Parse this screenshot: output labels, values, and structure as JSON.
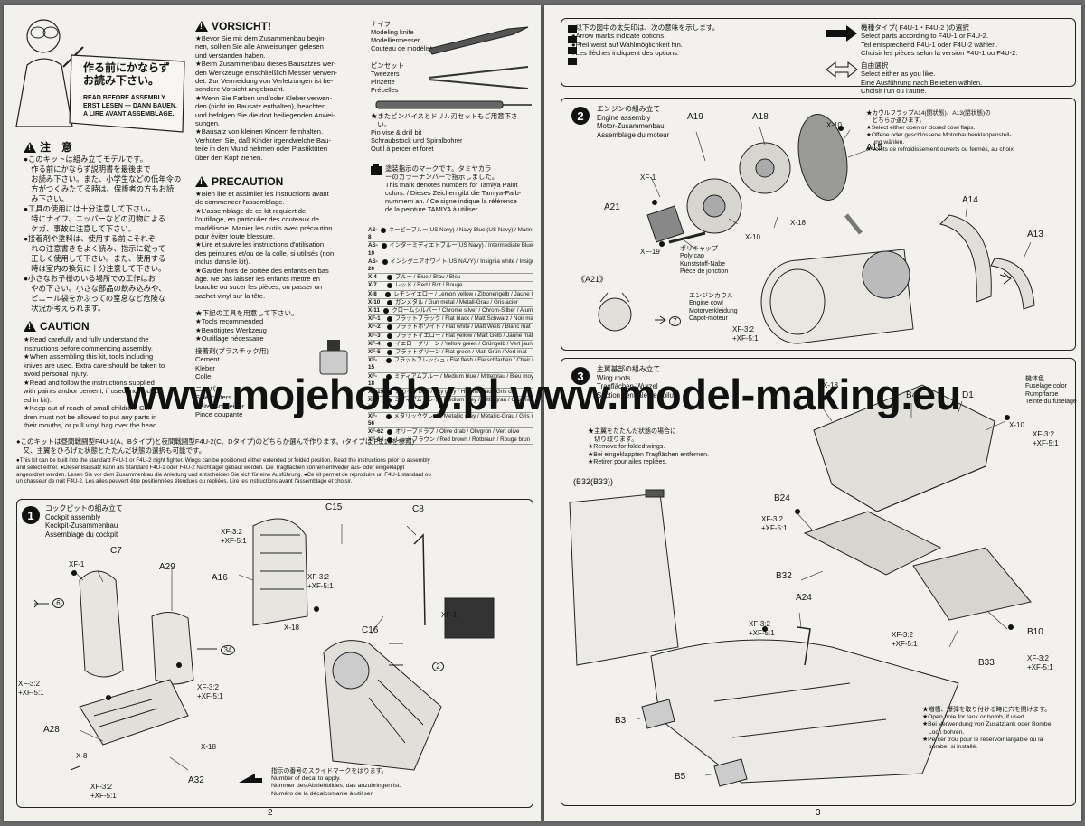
{
  "watermark": "www.mojehobby.pl www.model-making.eu",
  "left": {
    "read_before": {
      "jp": "作る前にかならず\nお読み下さい。",
      "en": "READ BEFORE ASSEMBLY.\nERST LESEN — DANN BAUEN.\nA LIRE AVANT ASSEMBLAGE."
    },
    "caution_jp_title": "注　意",
    "caution_jp_text": "●このキットは組み立てモデルです。\n　作る前にかならず説明書を最後まで\n　お読み下さい。また、小学生などの低年令の\n　方がつくみたてる時は、保護者の方もお読\n　み下さい。\n●工具の使用には十分注意して下さい。\n　特にナイフ、ニッパーなどの刃物による\n　ケガ、事故に注意して下さい。\n●接着剤や塗料は、使用する前にそれぞ\n　れの注意書きをよく読み、指示に従って\n　正しく使用して下さい。また、使用する\n　時は室内の換気に十分注意して下さい。\n●小さなお子様のいる場所での工作はお\n　やめ下さい。小さな部品の飲み込みや、\n　ビニール袋をかぶっての窒息など危険な\n　状況が考えられます。",
    "caution_title": "CAUTION",
    "caution_text": "★Read carefully and fully understand the\ninstructions before commencing assembly.\n★When assembling this kit, tools including\nknives are used. Extra care should be taken to\navoid personal injury.\n★Read and follow the instructions supplied\nwith paints and/or cement, if used (not includ-\ned in kit).\n★Keep out of reach of small children. Chil-\ndren must not be allowed to put any parts in\ntheir mouths, or pull vinyl bag over the head.",
    "vorsicht_title": "VORSICHT!",
    "vorsicht_text": "★Bevor Sie mit dem Zusammenbau begin-\nnen, sollten Sie alle Anweisungen gelesen\nund verstanden haben.\n★Beim Zusammenbau dieses Bausatzes wer-\nden Werkzeuge einschließlich Messer verwen-\ndet. Zur Vermeidung von Verletzungen ist be-\nsondere Vorsicht angebracht.\n★Wenn Sie Farben und/oder Kleber verwen-\nden (nicht im Bausatz enthalten), beachten\nund befolgen Sie die dort beiliegenden Anwei-\nsungen.\n★Bausatz von kleinen Kindern fernhalten.\nVerhüten Sie, daß Kinder irgendwelche Bau-\nteile in den Mund nehmen oder Plastiktüten\nüber den Kopf ziehen.",
    "precaution_title": "PRECAUTION",
    "precaution_text": "★Bien lire et assimiler les instructions avant\nde commencer l'assemblage.\n★L'assemblage de ce kit requiert de\nl'outillage, en particulier des couteaux de\nmodélisme. Manier les outils avec précaution\npour éviter toute blessure.\n★Lire et suivre les instructions d'utilisation\ndes peintures et/ou de la colle, si utilisés (non\ninclus dans le kit).\n★Garder hors de portée des enfants en bas\nâge. Ne pas laisser les enfants mettre en\nbouche ou sucer les pièces, ou passer un\nsachet vinyl sur la tête.",
    "tools_text": "★下記の工具を用意して下さい。\n★Tools recommended\n★Benötigtes Werkzeug\n★Outillage nécessaire",
    "cement_text": "接着剤(プラスチック用)\nCement\nKleber\nColle",
    "side_cutters_text": "ニッパー\nSide cutters\nSeitenschneider\nPince coupante",
    "knife_text": "ナイフ\nModeling knife\nModelliermesser\nCouteau de modéliste",
    "tweezers_text": "ピンセット\nTweezers\nPinzette\nPrécelles",
    "pinvise_text": "★またピンバイスとドリル刃セットもご用意下さ\n　い。\nPin vise & drill bit\nSchraubstock und Spiralbohrer\nOutil à percer et foret",
    "paint_intro": "塗装指示のマークです。タミヤカラ\nーのカラーナンバーで指示しました。\nThis mark denotes numbers for Tamiya Paint\ncolors. / Dieses Zeichen gibt die Tamiya-Farb-\nnummern an. / Ce signe indique la référence\nde la peinture TAMIYA à utiliser.",
    "paints": [
      {
        "code": "AS-8",
        "name": "ネービーブルー(US Navy) / Navy Blue (US Navy) / Marineblau (US Navy) / Navy Blue (US Navy)"
      },
      {
        "code": "AS-19",
        "name": "インターミディエトブルー(US Navy) / Intermediate Blue / Mittelblau / Bleu intermédiaire"
      },
      {
        "code": "AS-20",
        "name": "インシグニアホワイト(US NAVY) / Insignia white / Insignienweiß / Blanc Insignia"
      },
      {
        "code": "X-4",
        "name": "ブルー / Blue / Blau / Bleu"
      },
      {
        "code": "X-7",
        "name": "レッド / Red / Rot / Rouge"
      },
      {
        "code": "X-8",
        "name": "レモンイエロー / Lemon yellow / Zitronengelb / Jaune Citron"
      },
      {
        "code": "X-10",
        "name": "ガンメタル / Gun metal / Metall-Grau / Gris acier"
      },
      {
        "code": "X-11",
        "name": "クロームシルバー / Chrome silver / Chrom-Silber / Aluminium chromé"
      },
      {
        "code": "XF-1",
        "name": "フラットブラック / Flat black / Matt Schwarz / Noir mat"
      },
      {
        "code": "XF-2",
        "name": "フラットホワイト / Flat white / Matt Weiß / Blanc mat"
      },
      {
        "code": "XF-3",
        "name": "フラットイエロー / Flat yellow / Matt Gelb / Jaune mat"
      },
      {
        "code": "XF-4",
        "name": "イエローグリーン / Yellow green / Grüngelb / Vert jaune"
      },
      {
        "code": "XF-5",
        "name": "フラットグリーン / Flat green / Matt Grün / Vert mat"
      },
      {
        "code": "XF-15",
        "name": "フラットフレッシュ / Flat flesh / Fleischfarben / Chair mate"
      },
      {
        "code": "XF-18",
        "name": "ミディアムブルー / Medium blue / Mittelblau / Bleu moyen"
      },
      {
        "code": "XF-19",
        "name": "スカイグレイ / Sky grey / Himmelgrau / Gris ciel"
      },
      {
        "code": "XF-20",
        "name": "ミディアムグレイ / Medium grey / Mittelgrau / Gris moyen"
      },
      {
        "code": "XF-56",
        "name": "メタリックグレイ / Metallic grey / Metallic-Grau / Gris métal"
      },
      {
        "code": "XF-62",
        "name": "オリーブドラブ / Olive drab / Olivgrün / Vert olive"
      },
      {
        "code": "XF-64",
        "name": "レッドブラウン / Red brown / Rotbraun / Rouge brun"
      }
    ],
    "version_jp": "●このキットは昼間戦闘型F4U-1(A、Bタイプ)と夜間戦闘型F4U-2(C、Dタイプ)のどちらか選んで作ります。(タイプは P9,10を参照)\n　又、主翼をひろげた状態とたたんだ状態の選択も可能です。",
    "version_en": "●This kit can be built into the standard F4U-1 or F4U-2 night fighter. Wings can be positioned either extended or folded position. Read the instructions prior to assembly\nand select either. ●Dieser Bausatz kann als Standard F4U-1 oder F4U-2 Nachtjäger gebaut werden. Die Tragflächen können entweder aus- oder eingeklappt\nangeordnet werden. Lesen Sie vor dem Zusammenbau die Anleitung und entscheiden Sie sich für eine Ausführung. ●Ce kit permet de reproduire un F4U-1 standard ou\nun chasseur de nuit F4U-2. Les ailes peuvent être positionnées étendues ou repliées. Lire les instructions avant l'assemblage et choisir.",
    "step1_title": "コックピットの組み立て\nCockpit assembly\nKockpit-Zusammenbau\nAssemblage du cockpit",
    "step1_num": "1",
    "step1_labels": {
      "xf1": "XF-1",
      "c7": "C7",
      "a29": "A29",
      "a16": "A16",
      "c15": "C15",
      "c8": "C8",
      "c16": "C16",
      "a28": "A28",
      "a32": "A32",
      "x8": "X-8",
      "x18": "X-18",
      "x18b": "X-18",
      "xf1b": "XF-1",
      "mix": "XF-3:2\n+XF-5:1",
      "n6": "6",
      "n34": "34",
      "n2": "2"
    },
    "decal_note": "指示の番号のスライドマークをはります。\nNumber of decal to apply.\nNummer des Abziehbildes, das anzubringen ist.\nNuméro de la décalcomanie à utiliser.",
    "page_number": "2"
  },
  "right": {
    "arrow_note": "●以下の図中の太矢印は、次の意味を示します。\n●Arrow marks indicate options.\n●Pfeil weist auf Wahlmöglichkeit hin.\n●Les flèches indiquent des options.",
    "option_note": "機種タイプ( F4U-1・F4U-2 )の選択\nSelect parts according to F4U-1 or F4U-2.\nTeil entsprechend F4U-1 oder F4U-2 wählen.\nChoisir les pièces selon la version F4U-1 ou F4U-2.",
    "free_note": "自由選択\nSelect either as you like.\nEine Ausführung nach Belieben wählen.\nChoisir l'un ou l'autre.",
    "step2_num": "2",
    "step2_title": "エンジンの組み立て\nEngine assembly\nMotor-Zusammenbau\nAssemblage du moteur",
    "step2_labels": {
      "a19": "A19",
      "a18": "A18",
      "x10": "X-10",
      "a15": "A15",
      "xf1": "XF-1",
      "a21": "A21",
      "xf19": "XF-19",
      "x10b": "X-10",
      "x18": "X-18",
      "a14": "A14",
      "a13": "A13",
      "a21b": "《A21》",
      "n7": "7",
      "mix": "XF-3:2\n+XF-5:1"
    },
    "polycap": "ポリキャップ\nPoly cap\nKunststoff-Nabe\nPièce de jonction",
    "cowl": "エンジンカウル\nEngine cowl\nMotorverkleidung\nCapot-moteur",
    "cowl_flap": "★カウルフラップA14(開状態)、A13(閉状態)の\n　どちらか選びます。\n★Select either open or closed cowl flaps.\n★Offene oder geschlossene Motorhaubenklappenstell-\n　ung wählen.\n★Volets de refroidissement ouverts ou fermés, au choix.",
    "step3_num": "3",
    "step3_title": "主翼基部の組み立て\nWing roots\nTragflächen-Wurzel\nSection centrale de voilure",
    "step3_labels": {
      "x18": "X-18",
      "b4": "B4",
      "d1": "D1",
      "x10": "X-10",
      "b24": "B24",
      "b32": "B32",
      "b3233": "(B32(B33))",
      "a24": "A24",
      "b10": "B10",
      "b33": "B33",
      "b3": "B3",
      "b5": "B5",
      "mix": "XF-3:2\n+XF-5:1"
    },
    "body_color": "機体色\nFuselage color\nRumpffarbe\nTeinte du fuselage",
    "folded_note": "★主翼をたたんだ状態の場合に\n　切り取ります。\n★Remove for folded wings.\n★Bei eingeklappten Tragflächen entfernen.\n★Retirer pour ailes repliées.",
    "tank_note": "★増槽、爆弾を取り付ける時に穴を開けます。\n★Open hole for tank or bomb, if used.\n★Bei Verwendung von Zusatztank oder Bombe\n　Loch bohren.\n★Percer trou pour le réservoir largable ou la\n　bombe, si installé.",
    "page_number": "3"
  }
}
